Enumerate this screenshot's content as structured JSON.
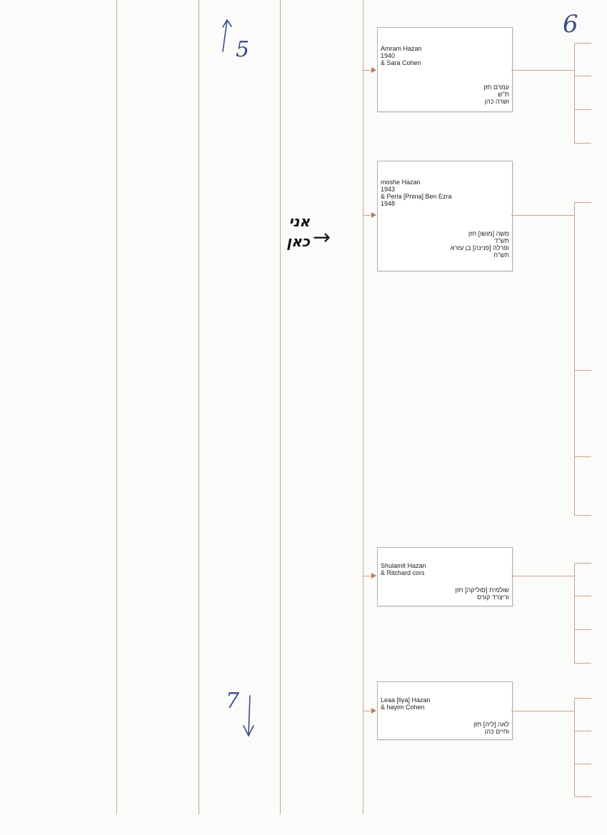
{
  "persons": [
    {
      "english": [
        "Amram Hazan",
        "1940",
        "& Sara Cohen"
      ],
      "hebrew": [
        "עמרם חזן",
        "ת\"ש",
        "ושרה כהן"
      ]
    },
    {
      "english": [
        "moshe Hazan",
        "1943",
        "& Perla [Pnina] Ben Ezra",
        "1948"
      ],
      "hebrew": [
        "משה [מושו] חזן",
        "תש\"ד",
        "ופרלה [פנינה] בן עזרא",
        "תש\"ח"
      ]
    },
    {
      "english": [
        "Shulamit Hazan",
        "& Ritchard cors"
      ],
      "hebrew": [
        "שולמית [סוליקה] חזן",
        "וריצרד קורס"
      ]
    },
    {
      "english": [
        "Leaa [liya] Hazan",
        "& hayim Cohen"
      ],
      "hebrew": [
        "לאה [ליה] חזן",
        "וחיים כהן"
      ]
    }
  ],
  "annotations": {
    "top_marker": "5",
    "top_right_marker": "6",
    "bottom_marker": "7",
    "note_line1": "אני",
    "note_line2": "כאן",
    "note_arrow": "→"
  },
  "colors": {
    "connector": "#c9a38e",
    "arrow": "#c07a58",
    "ink": "#3a4c8a"
  }
}
